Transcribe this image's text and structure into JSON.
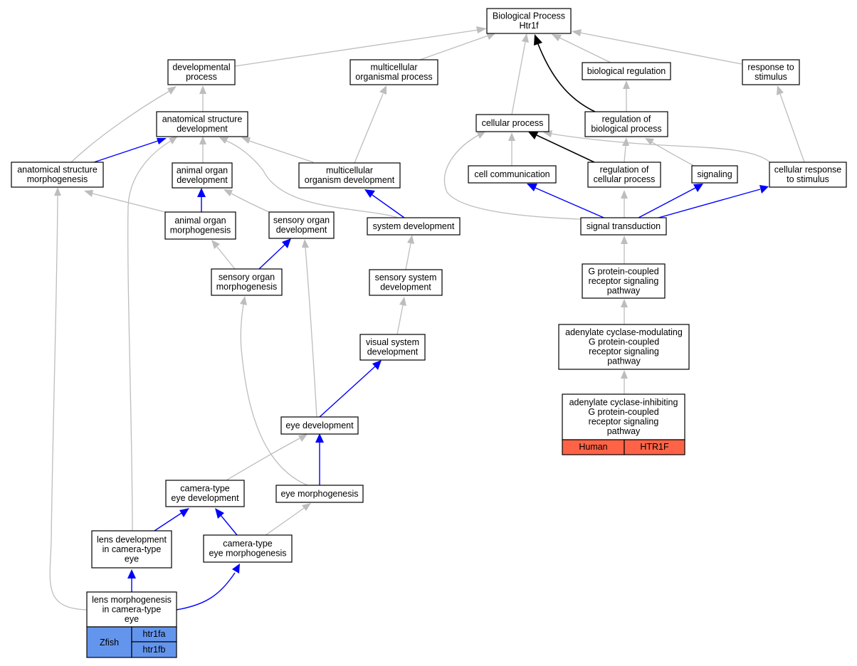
{
  "nodes": {
    "bp": [
      "Biological Process",
      "Htr1f"
    ],
    "dev": [
      "developmental",
      "process"
    ],
    "mop": [
      "multicellular",
      "organismal process"
    ],
    "breg": [
      "biological regulation"
    ],
    "resp": [
      "response to",
      "stimulus"
    ],
    "asd": [
      "anatomical structure",
      "development"
    ],
    "cp": [
      "cellular process"
    ],
    "rbp": [
      "regulation of",
      "biological process"
    ],
    "asm": [
      "anatomical structure",
      "morphogenesis"
    ],
    "aod": [
      "animal organ",
      "development"
    ],
    "mod": [
      "multicellular",
      "organism development"
    ],
    "cc": [
      "cell communication"
    ],
    "rcp": [
      "regulation of",
      "cellular process"
    ],
    "sig": [
      "signaling"
    ],
    "crs": [
      "cellular response",
      "to stimulus"
    ],
    "aom": [
      "animal organ",
      "morphogenesis"
    ],
    "sod": [
      "sensory organ",
      "development"
    ],
    "sysd": [
      "system development"
    ],
    "st": [
      "signal transduction"
    ],
    "som": [
      "sensory organ",
      "morphogenesis"
    ],
    "ssd": [
      "sensory system",
      "development"
    ],
    "gpcr": [
      "G protein-coupled",
      "receptor signaling",
      "pathway"
    ],
    "vsd": [
      "visual system",
      "development"
    ],
    "acm": [
      "adenylate cyclase-modulating",
      "G protein-coupled",
      "receptor signaling",
      "pathway"
    ],
    "aci": [
      "adenylate cyclase-inhibiting",
      "G protein-coupled",
      "receptor signaling",
      "pathway"
    ],
    "eyed": [
      "eye development"
    ],
    "cted": [
      "camera-type",
      "eye development"
    ],
    "eyem": [
      "eye morphogenesis"
    ],
    "lens": [
      "lens development",
      "in camera-type",
      "eye"
    ],
    "ctem": [
      "camera-type",
      "eye morphogenesis"
    ],
    "lensm": [
      "lens morphogenesis",
      "in camera-type",
      "eye"
    ]
  },
  "annotations": {
    "human": {
      "species": "Human",
      "gene": "HTR1F",
      "color": "#ff6347"
    },
    "zfish": {
      "species": "Zfish",
      "genes": [
        "htr1fa",
        "htr1fb"
      ],
      "color": "#6495ed"
    }
  },
  "legend_colors": {
    "is_a": "#bdbdbd",
    "part_of": "#0000ff",
    "regulates": "#000000"
  }
}
